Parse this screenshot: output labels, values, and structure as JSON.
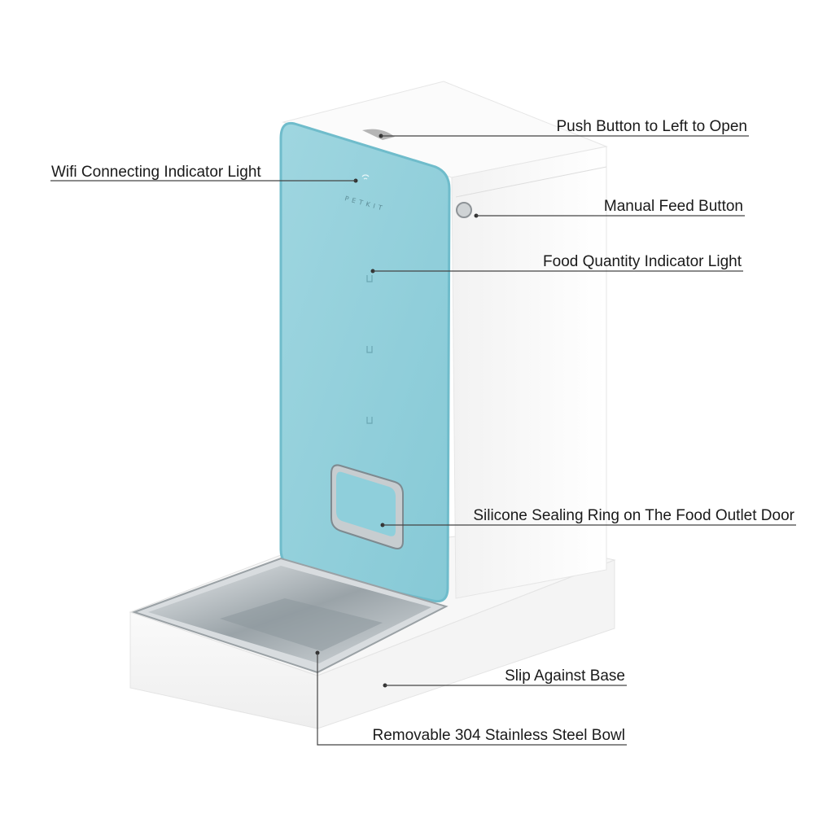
{
  "product": {
    "logo_text": "PETKIT",
    "colors": {
      "panel": "#8fcfdb",
      "panel_edge": "#6fbccb",
      "body": "#ffffff",
      "steel": "#b9c0c4"
    }
  },
  "callouts": [
    {
      "id": "push-button",
      "label": "Push Button to Left to Open"
    },
    {
      "id": "wifi-light",
      "label": "Wifi Connecting Indicator Light"
    },
    {
      "id": "manual-feed",
      "label": "Manual Feed Button"
    },
    {
      "id": "food-quantity",
      "label": "Food Quantity Indicator Light"
    },
    {
      "id": "sealing-ring",
      "label": "Silicone Sealing Ring on The Food Outlet Door"
    },
    {
      "id": "base",
      "label": "Slip Against Base"
    },
    {
      "id": "bowl",
      "label": "Removable 304 Stainless Steel Bowl"
    }
  ]
}
